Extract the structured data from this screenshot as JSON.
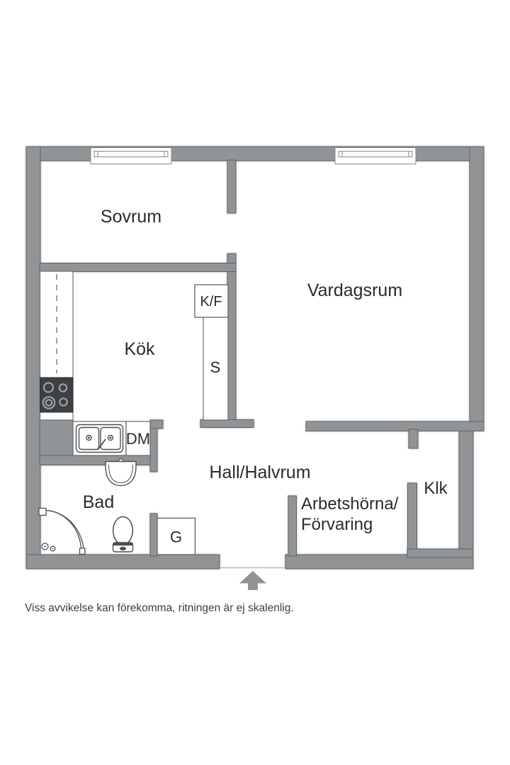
{
  "plan": {
    "rooms": {
      "sovrum": "Sovrum",
      "vardagsrum": "Vardagsrum",
      "kok": "Kök",
      "hall": "Hall/Halvrum",
      "bad": "Bad",
      "klk": "Klk",
      "arbetshorna_line1": "Arbetshörna/",
      "arbetshorna_line2": "Förvaring"
    },
    "closets": {
      "kf": "K/F",
      "s": "S",
      "dm": "DM",
      "g": "G"
    },
    "colors": {
      "wall": "#919496",
      "wall_outline": "#5e6163",
      "stove": "#3e4144",
      "text": "#2b2b2b",
      "disclaimer_text": "#3e3e3e"
    },
    "disclaimer": "Viss avvikelse kan förekomma, ritningen är ej skalenlig."
  }
}
